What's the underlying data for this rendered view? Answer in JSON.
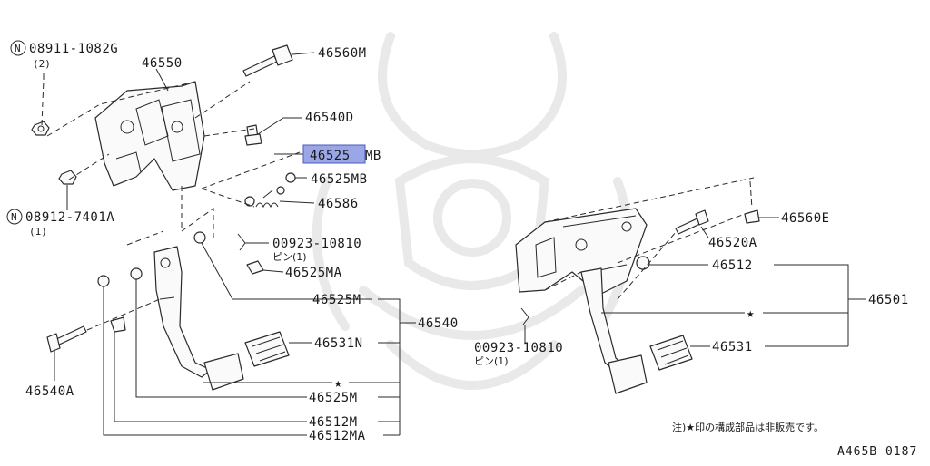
{
  "labels": {
    "n_08911": "08911-1082G",
    "n_08911_qty": "(2)",
    "p_46550": "46550",
    "p_46560M": "46560M",
    "p_46540D": "46540D",
    "p_46525MB_hl_main": "46525",
    "p_46525MB_hl_suffix": "MB",
    "p_46525MB": "46525MB",
    "p_46586": "46586",
    "n_08912": "08912-7401A",
    "n_08912_qty": "(1)",
    "p_00923_left": "00923-10810",
    "p_00923_left_sub": "ピン(1)",
    "p_46525MA": "46525MA",
    "p_46525M_top": "46525M",
    "p_46540": "46540",
    "p_46531N": "46531N",
    "p_46525M_bottom": "46525M",
    "p_46540A": "46540A",
    "p_46512M": "46512M",
    "p_46512MA": "46512MA",
    "p_46560E": "46560E",
    "p_46520A": "46520A",
    "p_46512": "46512",
    "p_46501": "46501",
    "p_00923_right": "00923-10810",
    "p_00923_right_sub": "ピン(1)",
    "p_46531": "46531",
    "star": "★",
    "circle_n": "N",
    "footnote": "注)★印の構成部品は非販売です。",
    "ref_code": "A465B 0187"
  },
  "colors": {
    "highlight": "#9aa6e6",
    "line": "#2a2a2a",
    "watermark": "#e9e9e9"
  }
}
